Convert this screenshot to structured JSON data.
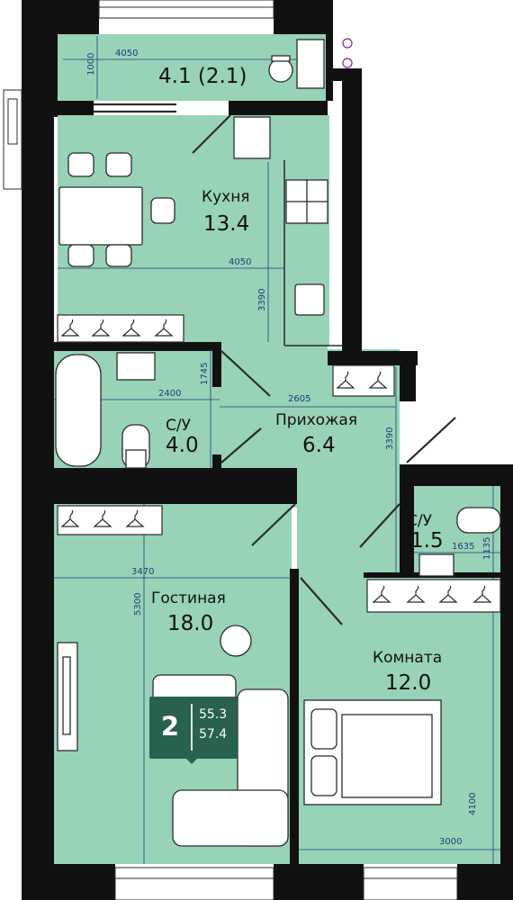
{
  "colors": {
    "floor": "#98d3b7",
    "wall": "#111111",
    "dimension": "#1f3b7a",
    "badge": "#28614d",
    "outline": "#2b2b2b",
    "valve": "#7a2d8a"
  },
  "rooms": [
    {
      "name": "",
      "area": "4.1 (2.1)"
    },
    {
      "name": "Кухня",
      "area": "13.4"
    },
    {
      "name": "С/У",
      "area": "4.0"
    },
    {
      "name": "Прихожая",
      "area": "6.4"
    },
    {
      "name": "С/У",
      "area": "1.5"
    },
    {
      "name": "Гостиная",
      "area": "18.0"
    },
    {
      "name": "Комната",
      "area": "12.0"
    }
  ],
  "dimensions": [
    "4050",
    "1000",
    "4050",
    "3390",
    "1745",
    "2400",
    "2605",
    "3390",
    "1635",
    "1135",
    "3470",
    "5300",
    "4100",
    "3000"
  ],
  "badge": {
    "rooms": "2",
    "area_total": "55.3",
    "area_full": "57.4"
  }
}
